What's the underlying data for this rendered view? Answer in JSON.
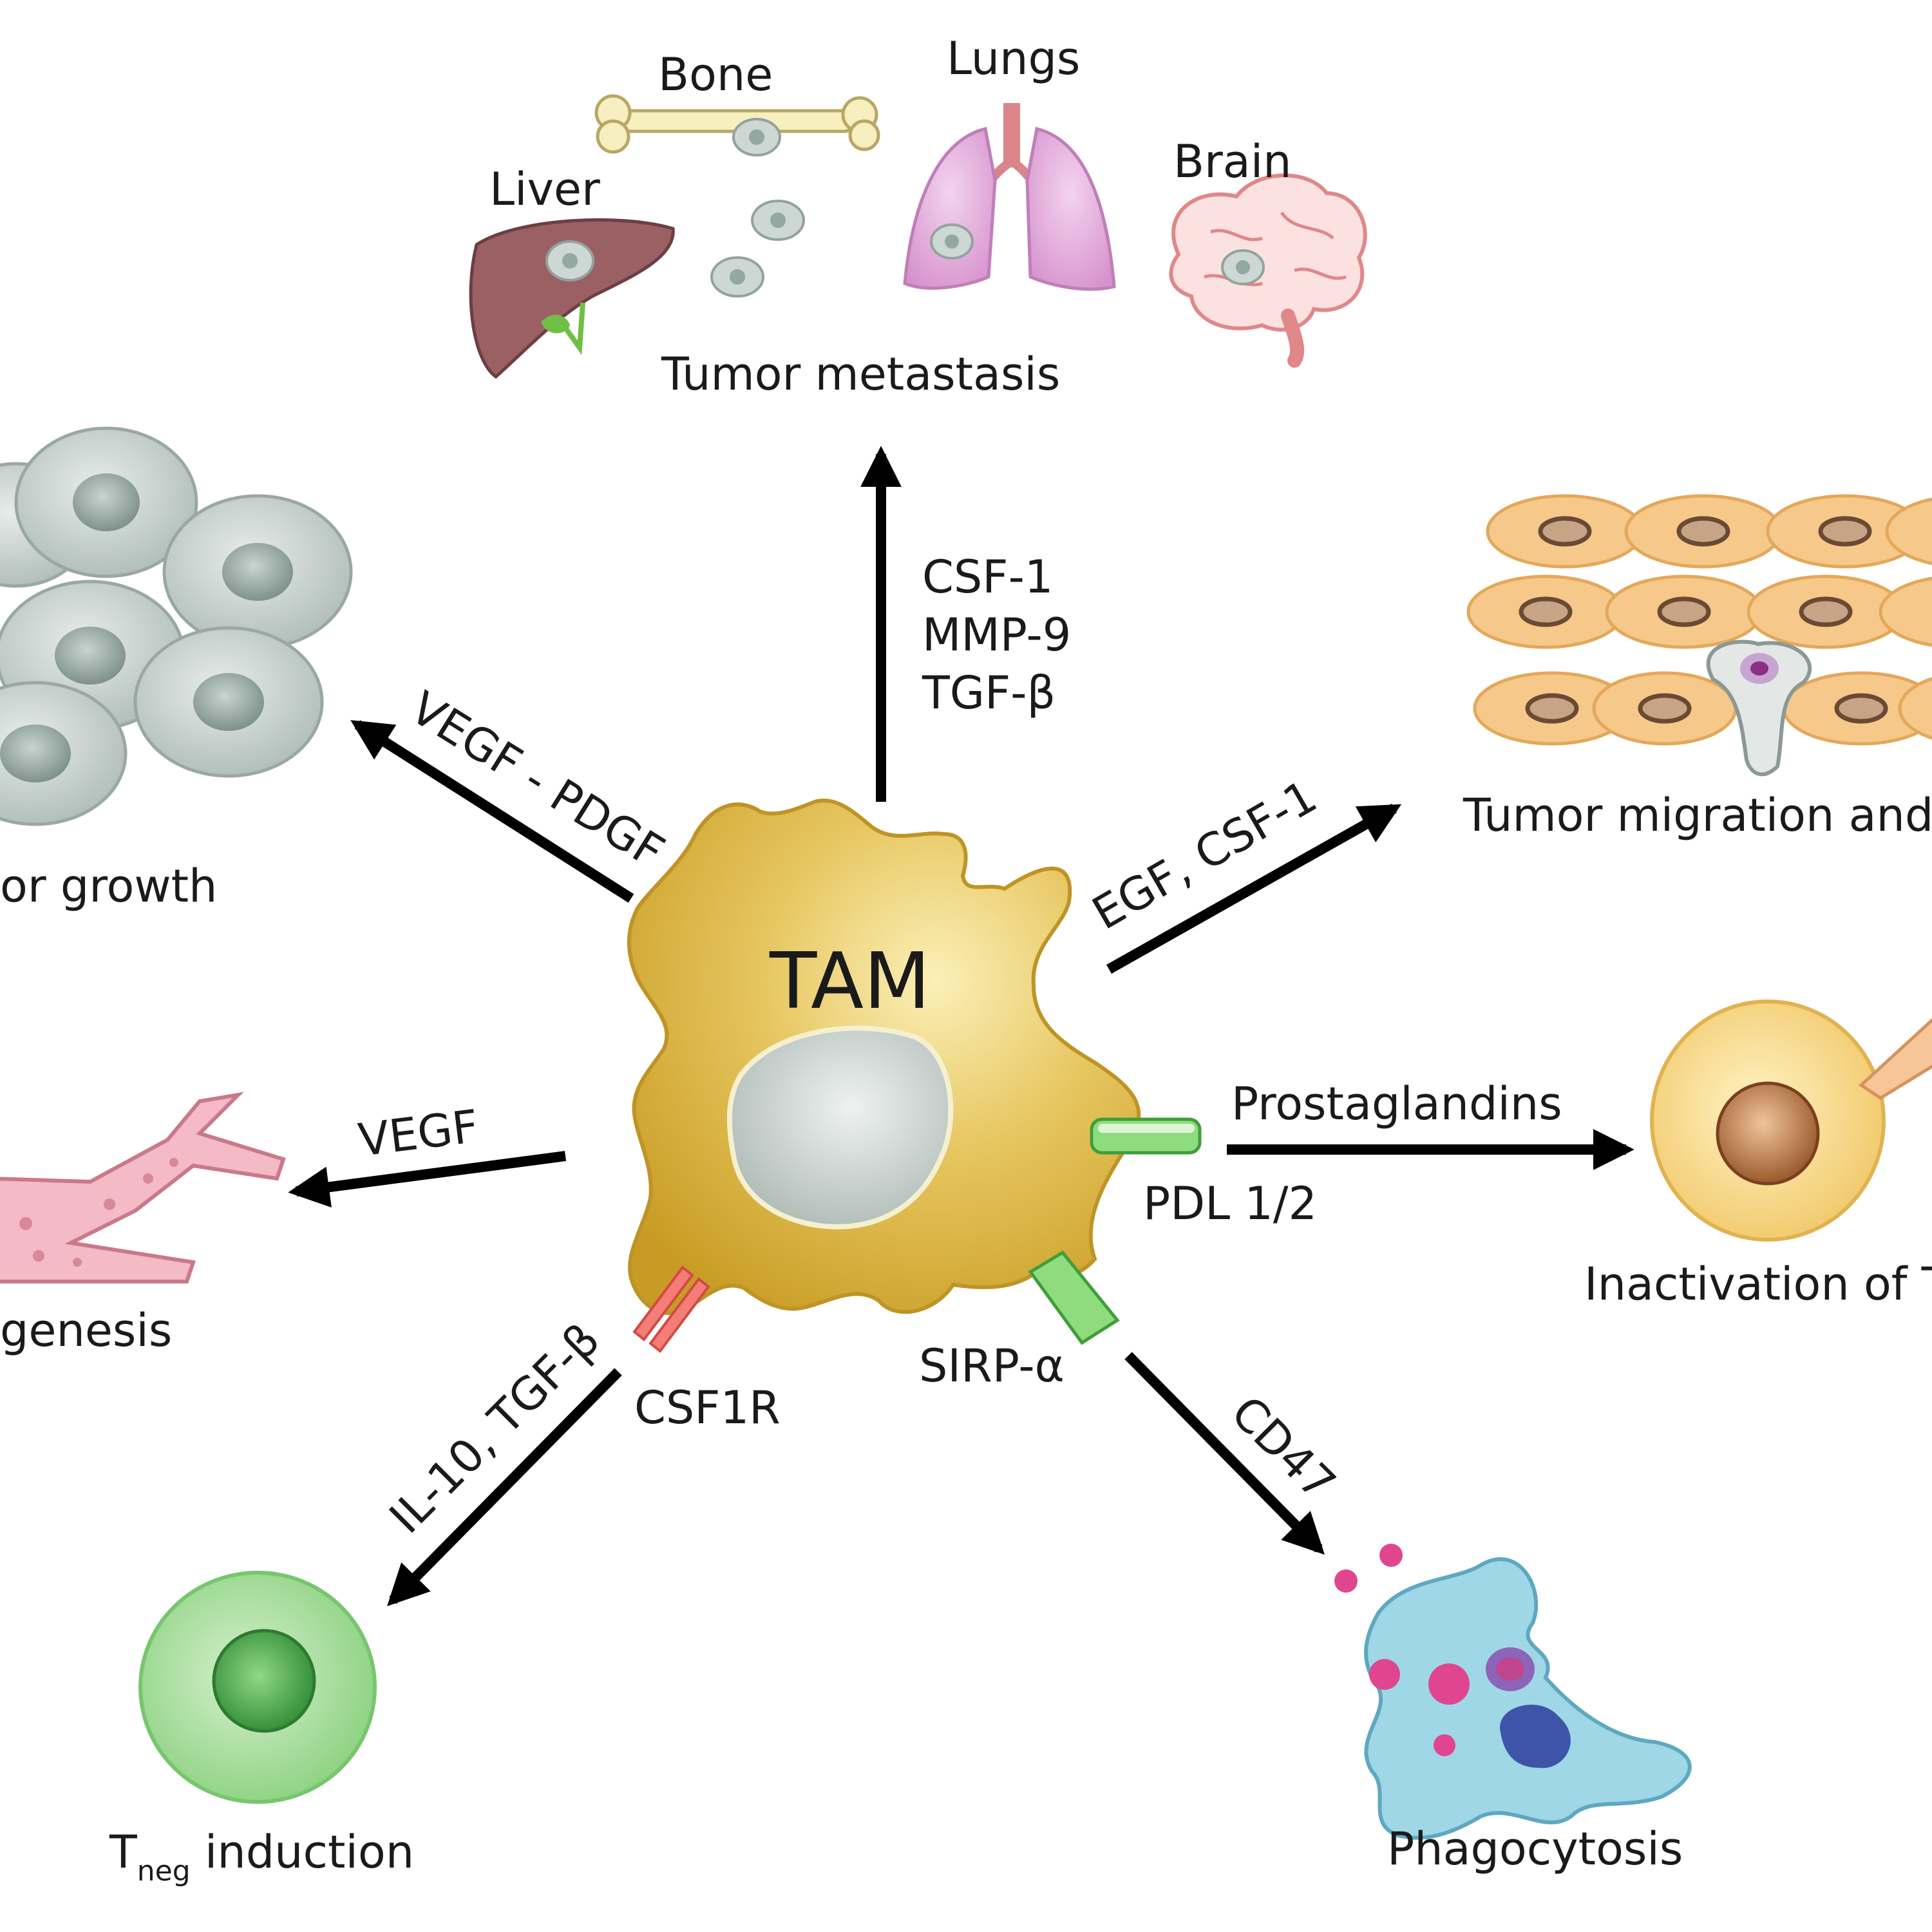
{
  "center": {
    "label": "TAM",
    "receptors": {
      "pdl": "PDL 1/2",
      "sirp": "SIRP-α",
      "csf1r": "CSF1R"
    }
  },
  "outcomes": {
    "metastasis": {
      "title": "Tumor metastasis",
      "organs": {
        "bone": "Bone",
        "lungs": "Lungs",
        "liver": "Liver",
        "brain": "Brain"
      }
    },
    "growth": {
      "title": "or growth"
    },
    "migration": {
      "title": "Tumor migration and"
    },
    "angiogenesis": {
      "title": "genesis"
    },
    "inactivation": {
      "title": "Inactivation of T"
    },
    "treg": {
      "title_main": "T",
      "title_sub": "neg",
      "title_rest": " induction"
    },
    "phagocytosis": {
      "title": "Phagocytosis"
    }
  },
  "signals": {
    "up": [
      "CSF-1",
      "MMP-9",
      "TGF-β"
    ],
    "growth": "VEGF - PDGF",
    "migration": "EGF, CSF-1",
    "angiogenesis": "VEGF",
    "inactivation": "Prostaglandins",
    "treg": "IL-10, TGF-β",
    "phagocytosis": "CD47"
  }
}
